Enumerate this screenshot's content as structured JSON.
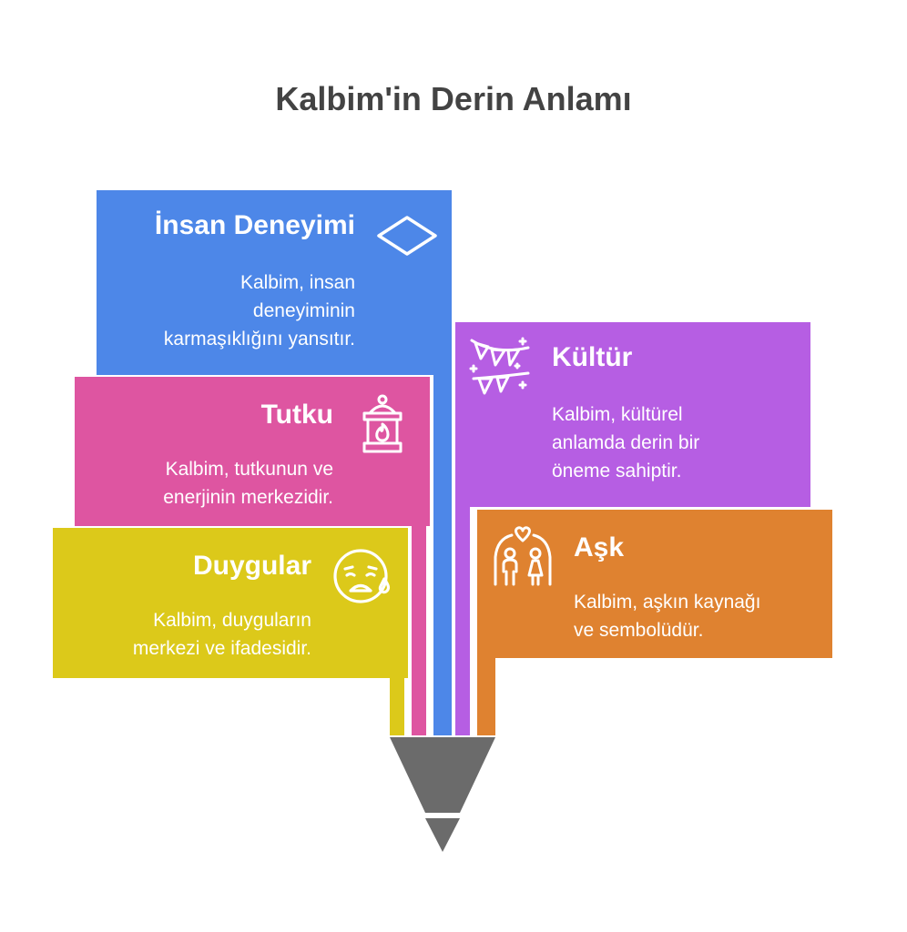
{
  "title": "Kalbim'in Derin Anlamı",
  "colors": {
    "insan": "#4d87e8",
    "tutku": "#de55a1",
    "duygular": "#dcc91a",
    "kultur": "#b65ee3",
    "ask": "#df8230",
    "funnel": "#6b6b6b"
  },
  "panels": {
    "insan": {
      "title": "İnsan Deneyimi",
      "desc": [
        "Kalbim, insan",
        "deneyiminin",
        "karmaşıklığını yansıtır."
      ],
      "icon": "diamond-icon"
    },
    "tutku": {
      "title": "Tutku",
      "desc": [
        "Kalbim, tutkunun ve",
        "enerjinin merkezidir."
      ],
      "icon": "lantern-icon"
    },
    "duygular": {
      "title": "Duygular",
      "desc": [
        "Kalbim, duyguların",
        "merkezi ve ifadesidir."
      ],
      "icon": "crying-face-icon"
    },
    "kultur": {
      "title": "Kültür",
      "desc": [
        "Kalbim, kültürel",
        "anlamda derin bir",
        "öneme sahiptir."
      ],
      "icon": "bunting-icon"
    },
    "ask": {
      "title": "Aşk",
      "desc": [
        "Kalbim, aşkın kaynağı",
        "ve sembolüdür."
      ],
      "icon": "couple-icon"
    }
  }
}
